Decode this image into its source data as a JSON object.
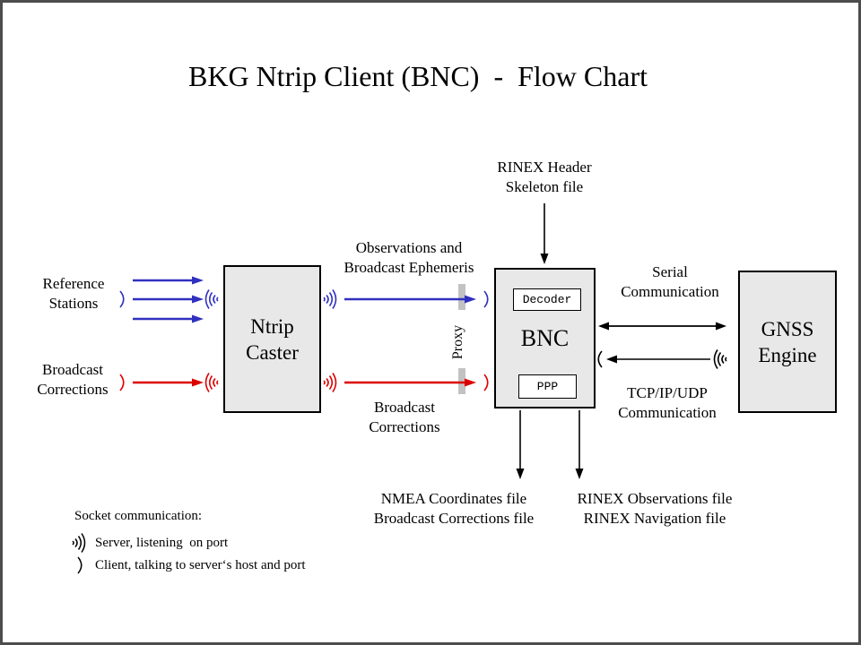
{
  "title": "BKG Ntrip Client (BNC)  -  Flow Chart",
  "colors": {
    "blue": "#3030c0",
    "red": "#dd0000",
    "ink": "#000000",
    "boxfill": "#e8e8e8",
    "proxybar": "#c2c2c2",
    "frame": "#4d4d4d"
  },
  "nodes": {
    "ntrip_caster": {
      "label": "Ntrip\nCaster"
    },
    "bnc": {
      "label": "BNC",
      "decoder": "Decoder",
      "ppp": "PPP"
    },
    "gnss": {
      "label": "GNSS\nEngine"
    }
  },
  "labels": {
    "reference_stations": "Reference\nStations",
    "broadcast_corrections_in": "Broadcast\nCorrections",
    "observations": "Observations and\nBroadcast Ephemeris",
    "broadcast_corrections_mid": "Broadcast\nCorrections",
    "proxy": "Proxy",
    "rinex_header": "RINEX Header\nSkeleton file",
    "serial": "Serial\nCommunication",
    "tcpip": "TCP/IP/UDP\nCommunication",
    "nmea_out": "NMEA Coordinates file\nBroadcast Corrections file",
    "rinex_out": "RINEX Observations file\nRINEX Navigation file"
  },
  "legend": {
    "heading": "Socket communication:",
    "server": "Server, listening  on port",
    "client": "Client, talking to server‘s host and port"
  }
}
